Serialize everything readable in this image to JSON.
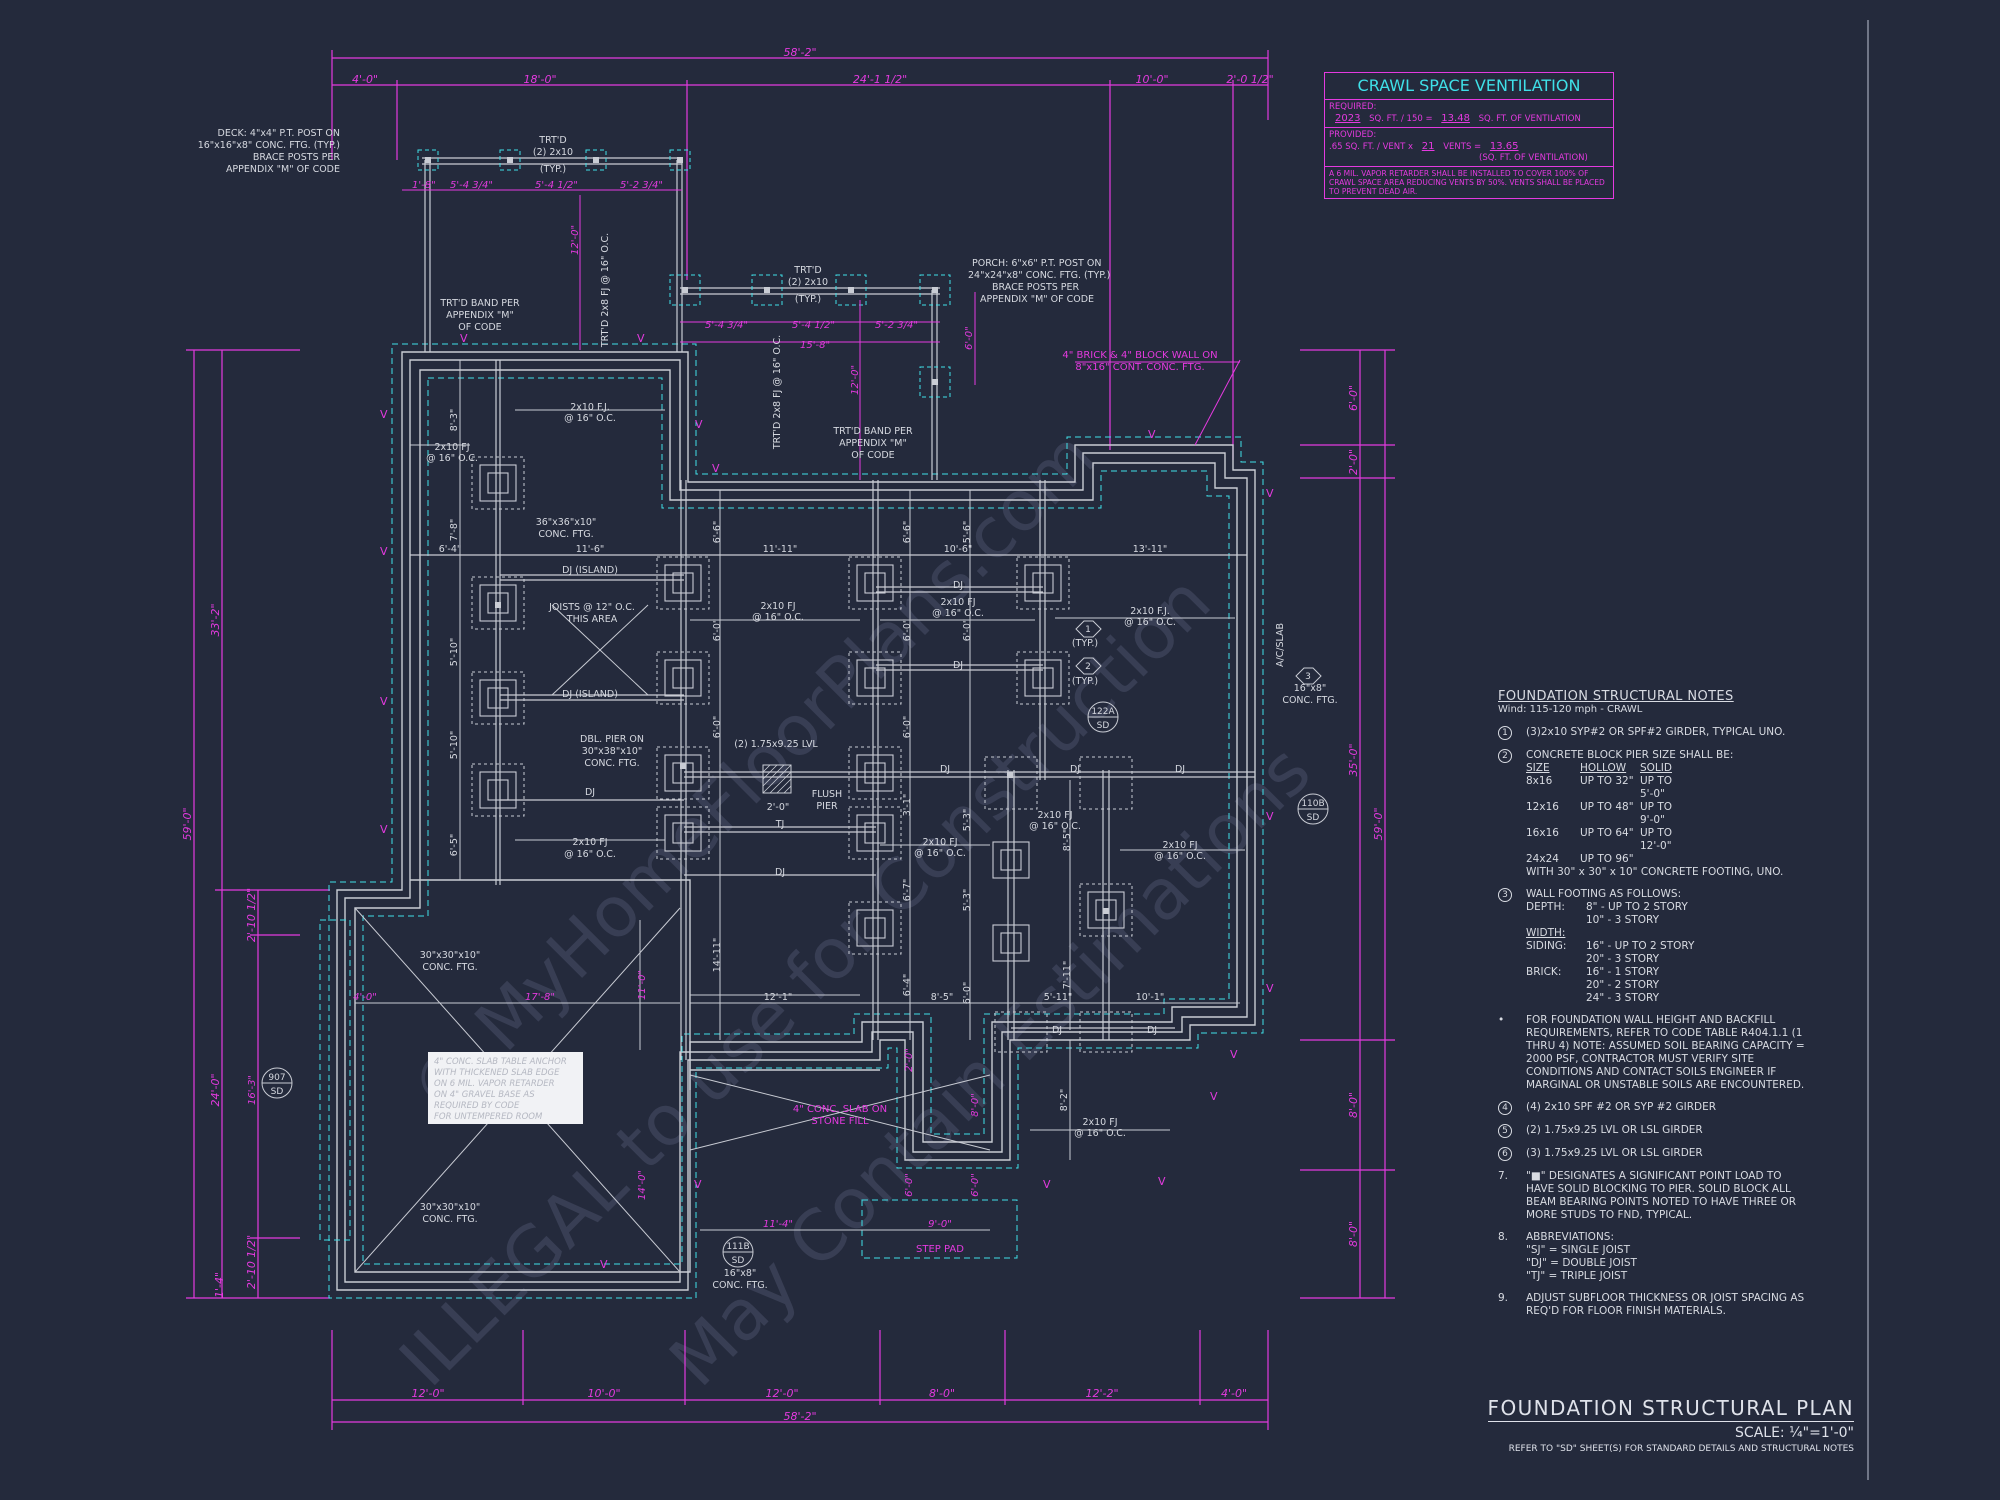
{
  "ventilation": {
    "title": "CRAWL SPACE VENTILATION",
    "required_label": "REQUIRED:",
    "required_area": "2023",
    "required_divisor": "SQ. FT. / 150 =",
    "required_value": "13.48",
    "required_unit": "SQ. FT. OF VENTILATION",
    "provided_label": "PROVIDED:",
    "provided_per_vent": ".65 SQ. FT. / VENT x",
    "vents_count": "21",
    "vents_label": "VENTS =",
    "provided_value": "13.65",
    "provided_unit": "(SQ. FT. OF VENTILATION)",
    "note": "A 6 MIL. VAPOR RETARDER SHALL BE INSTALLED TO COVER 100% OF CRAWL SPACE AREA REDUCING VENTS BY 50%. VENTS SHALL BE PLACED TO PREVENT DEAD AIR."
  },
  "dimensions": {
    "top_overall": "58'-2\"",
    "top_segments": [
      "4'-0\"",
      "18'-0\"",
      "24'-1 1/2\"",
      "10'-0\"",
      "2'-0 1/2\""
    ],
    "bottom_overall": "58'-2\"",
    "bottom_segments": [
      "12'-0\"",
      "10'-0\"",
      "12'-0\"",
      "8'-0\"",
      "12'-2\"",
      "4'-0\""
    ],
    "left_overall": "59'-0\"",
    "left_segments": [
      "33'-2\"",
      "24'-0\""
    ],
    "left_small": [
      "2'-10 1/2\"",
      "2'-10 1/2\"",
      "1'-4\""
    ],
    "right_overall": "59'-0\"",
    "right_segments": [
      "6'-0\"",
      "2'-0\"",
      "35'-0\"",
      "8'-0\"",
      "8'-0\""
    ],
    "deck": [
      "1'-8\"",
      "5'-4 3/4\"",
      "5'-4 1/2\"",
      "5'-2 3/4\"",
      "12'-0\""
    ],
    "porch": [
      "5'-4 3/4\"",
      "5'-4 1/2\"",
      "5'-2 3/4\"",
      "15'-8\"",
      "6'-0\"",
      "12'-0\""
    ],
    "interior": [
      "6'-4\"",
      "11'-6\"",
      "11'-11\"",
      "10'-6\"",
      "13'-11\"",
      "8'-3\"",
      "7'-8\"",
      "5'-10\"",
      "5'-10\"",
      "6'-5\"",
      "6'-6\"",
      "6'-0\"",
      "6'-0\"",
      "6'-6\"",
      "6'-0\"",
      "6'-0\"",
      "5'-6\"",
      "6'-0\"",
      "3'-1\"",
      "14'-11\"",
      "12'-1\"",
      "6'-4\"",
      "8'-5\"",
      "6'-0\"",
      "5'-11\"",
      "10'-1\"",
      "5'-3\"",
      "5'-3\"",
      "8'-5\"",
      "7'-11\"",
      "6'-7\"",
      "8'-2\"",
      "11'-0\"",
      "14'-0\"",
      "16'-3\"",
      "4'-0\"",
      "17'-8\"",
      "11'-4\"",
      "9'-0\"",
      "2'-0\"",
      "2'-0\"",
      "6'-0\"",
      "6'-0\"",
      "8'-0\""
    ]
  },
  "labels": {
    "deck_note": [
      "DECK: 4\"x4\" P.T. POST ON",
      "16\"x16\"x8\" CONC. FTG. (TYP.)",
      "BRACE POSTS PER",
      "APPENDIX \"M\" OF CODE"
    ],
    "deck_girder": [
      "TRT'D",
      "(2) 2x10",
      "(TYP.)"
    ],
    "porch_girder": [
      "TRT'D",
      "(2) 2x10",
      "(TYP.)"
    ],
    "porch_note": [
      "PORCH: 6\"x6\" P.T. POST ON",
      "24\"x24\"x8\" CONC. FTG. (TYP.)",
      "BRACE POSTS PER",
      "APPENDIX \"M\" OF CODE"
    ],
    "band_deck": [
      "TRT'D BAND PER",
      "APPENDIX \"M\"",
      "OF CODE"
    ],
    "band_porch": [
      "TRT'D BAND PER",
      "APPENDIX \"M\"",
      "OF CODE"
    ],
    "deck_joist": "TRT'D 2x8 FJ @ 16\" O.C.",
    "porch_joist": "TRT'D 2x8 FJ @ 16\" O.C.",
    "brick_wall": [
      "4\" BRICK & 4\" BLOCK WALL ON",
      "8\"x16\" CONT. CONC. FTG."
    ],
    "fj_main": [
      "2x10 F.J.",
      "@ 16\" O.C."
    ],
    "fj_short": [
      "2x10 FJ",
      "@ 16\" O.C."
    ],
    "pier_ftg": [
      "36\"x36\"x10\"",
      "CONC. FTG."
    ],
    "dj_island": "DJ (ISLAND)",
    "joists_12": [
      "JOISTS @ 12\" O.C.",
      "THIS AREA"
    ],
    "dbl_pier": [
      "DBL. PIER ON",
      "30\"x38\"x10\"",
      "CONC. FTG."
    ],
    "lvl": "(2) 1.75x9.25 LVL",
    "flush_pier": [
      "FLUSH",
      "PIER"
    ],
    "dj": "DJ",
    "tj": "TJ",
    "typ": "(TYP.)",
    "ftg_16x8": [
      "16\"x8\"",
      "CONC. FTG."
    ],
    "ftg_30": [
      "30\"x30\"x10\"",
      "CONC. FTG."
    ],
    "slab_white": [
      "4\" CONC. SLAB TABLE ANCHOR",
      "WITH THICKENED SLAB EDGE",
      "ON 6 MIL. VAPOR RETARDER",
      "ON 4\" GRAVEL BASE AS",
      "REQUIRED BY CODE",
      "FOR UNTEMPERED ROOM"
    ],
    "slab_pink": [
      "4\" CONC. SLAB ON",
      "STONE FILL"
    ],
    "step_pad": "STEP PAD",
    "vent_mark": "V",
    "a_note": "A/C/SLAB"
  },
  "callouts": {
    "c1": "1",
    "c2": "2",
    "c3": "3",
    "d122a": [
      "122A",
      "SD"
    ],
    "d110b": [
      "110B",
      "SD"
    ],
    "d111b": [
      "111B",
      "SD"
    ],
    "d907": [
      "907",
      "SD"
    ]
  },
  "notes": {
    "title": "FOUNDATION STRUCTURAL NOTES",
    "subtitle": "Wind: 115-120 mph - CRAWL",
    "n1": "(3)2x10 SYP#2 OR SPF#2 GIRDER, TYPICAL UNO.",
    "n2": "CONCRETE BLOCK PIER SIZE SHALL BE:",
    "pier_header": [
      "SIZE",
      "HOLLOW",
      "SOLID"
    ],
    "pier_rows": [
      [
        "8x16",
        "UP TO 32\"",
        "UP TO 5'-0\""
      ],
      [
        "12x16",
        "UP TO 48\"",
        "UP TO 9'-0\""
      ],
      [
        "16x16",
        "UP TO 64\"",
        "UP TO 12'-0\""
      ],
      [
        "24x24",
        "UP TO 96\"",
        ""
      ]
    ],
    "n2b": "WITH 30\" x 30\" x 10\" CONCRETE FOOTING, UNO.",
    "n3": "WALL FOOTING AS FOLLOWS:",
    "depth_label": "DEPTH:",
    "depth": [
      "8\" - UP TO 2 STORY",
      "10\" - 3 STORY"
    ],
    "width_label": "WIDTH:",
    "siding_label": "SIDING:",
    "siding": [
      "16\" - UP TO 2 STORY",
      "20\" - 3 STORY"
    ],
    "brick_label": "BRICK:",
    "brick": [
      "16\" - 1 STORY",
      "20\" - 2 STORY",
      "24\" - 3 STORY"
    ],
    "n3b": "FOR FOUNDATION WALL HEIGHT AND BACKFILL REQUIREMENTS, REFER TO CODE TABLE R404.1.1 (1 THRU 4) NOTE: ASSUMED SOIL BEARING CAPACITY = 2000 PSF, CONTRACTOR MUST VERIFY SITE CONDITIONS AND CONTACT SOILS ENGINEER IF MARGINAL OR UNSTABLE SOILS ARE ENCOUNTERED.",
    "n4": "(4) 2x10 SPF #2 OR SYP #2 GIRDER",
    "n5": "(2) 1.75x9.25 LVL OR LSL GIRDER",
    "n6": "(3) 1.75x9.25 LVL OR LSL GIRDER",
    "n7": "\"■\" DESIGNATES A SIGNIFICANT POINT LOAD TO HAVE SOLID BLOCKING TO PIER. SOLID BLOCK ALL BEAM BEARING POINTS NOTED TO HAVE THREE OR MORE STUDS TO FND, TYPICAL.",
    "n8": "ABBREVIATIONS:",
    "abbr": [
      "\"SJ\" = SINGLE JOIST",
      "\"DJ\" = DOUBLE JOIST",
      "\"TJ\" = TRIPLE JOIST"
    ],
    "n9": "ADJUST SUBFLOOR THICKNESS OR JOIST SPACING AS REQ'D FOR FLOOR FINISH MATERIALS."
  },
  "title_block": {
    "title": "FOUNDATION STRUCTURAL PLAN",
    "scale": "SCALE: ¼\"=1'-0\"",
    "reference": "REFER TO \"SD\" SHEET(S) FOR STANDARD DETAILS AND STRUCTURAL NOTES"
  },
  "watermark": [
    "© MyHomeFloorPlans.com",
    "ILLEGAL to use for Construction",
    "May Contain Estimations"
  ],
  "colors": {
    "background": "#242a3c",
    "magenta": "#e43adf",
    "cyan": "#3fe0e8",
    "lines": "#c9ccd4"
  }
}
